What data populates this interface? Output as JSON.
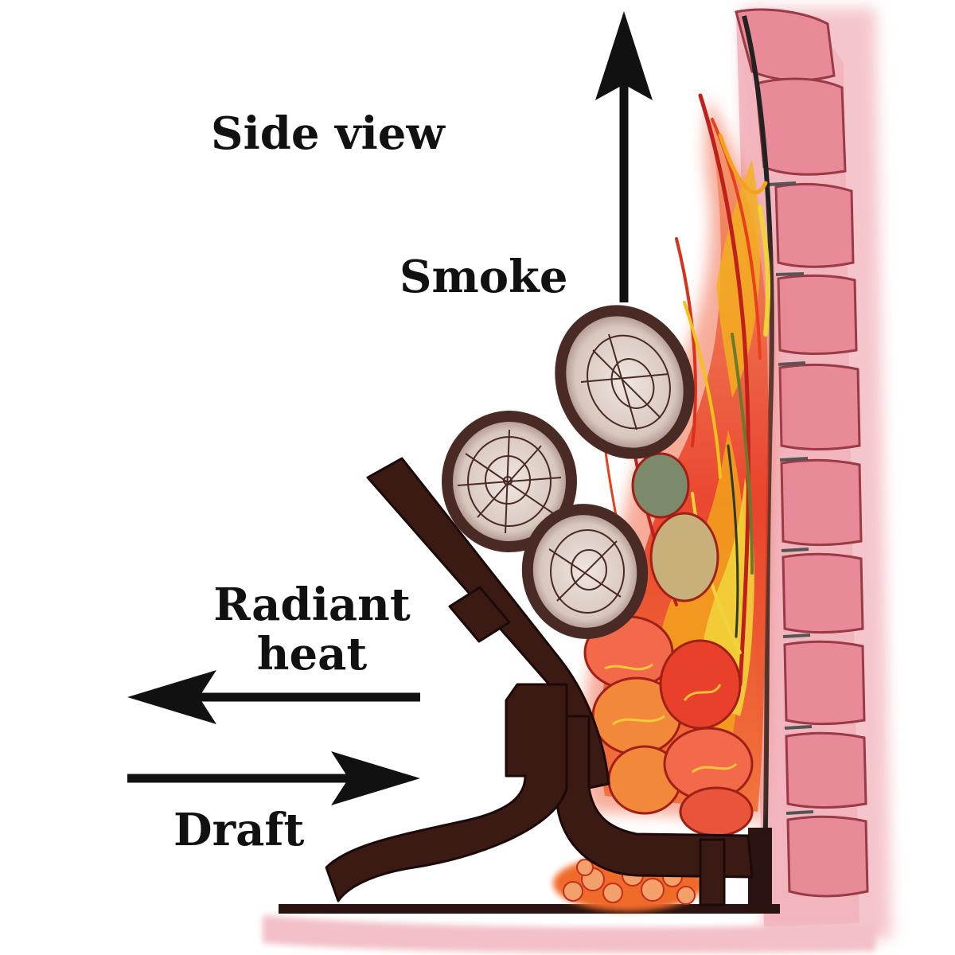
{
  "labels": {
    "title": "Side view",
    "smoke": "Smoke",
    "radiant_line1": "Radiant",
    "radiant_line2": "heat",
    "draft": "Draft"
  },
  "colors": {
    "ink": "#111111",
    "grate": "#3b1a14",
    "brick": "#e88a98",
    "flame_red": "#d8311c",
    "flame_orange": "#f28a1c",
    "flame_yellow": "#f2d23a",
    "log_fill": "#d8c7bf",
    "log_bark": "#4a2a24",
    "ember": "#f06a2a"
  }
}
